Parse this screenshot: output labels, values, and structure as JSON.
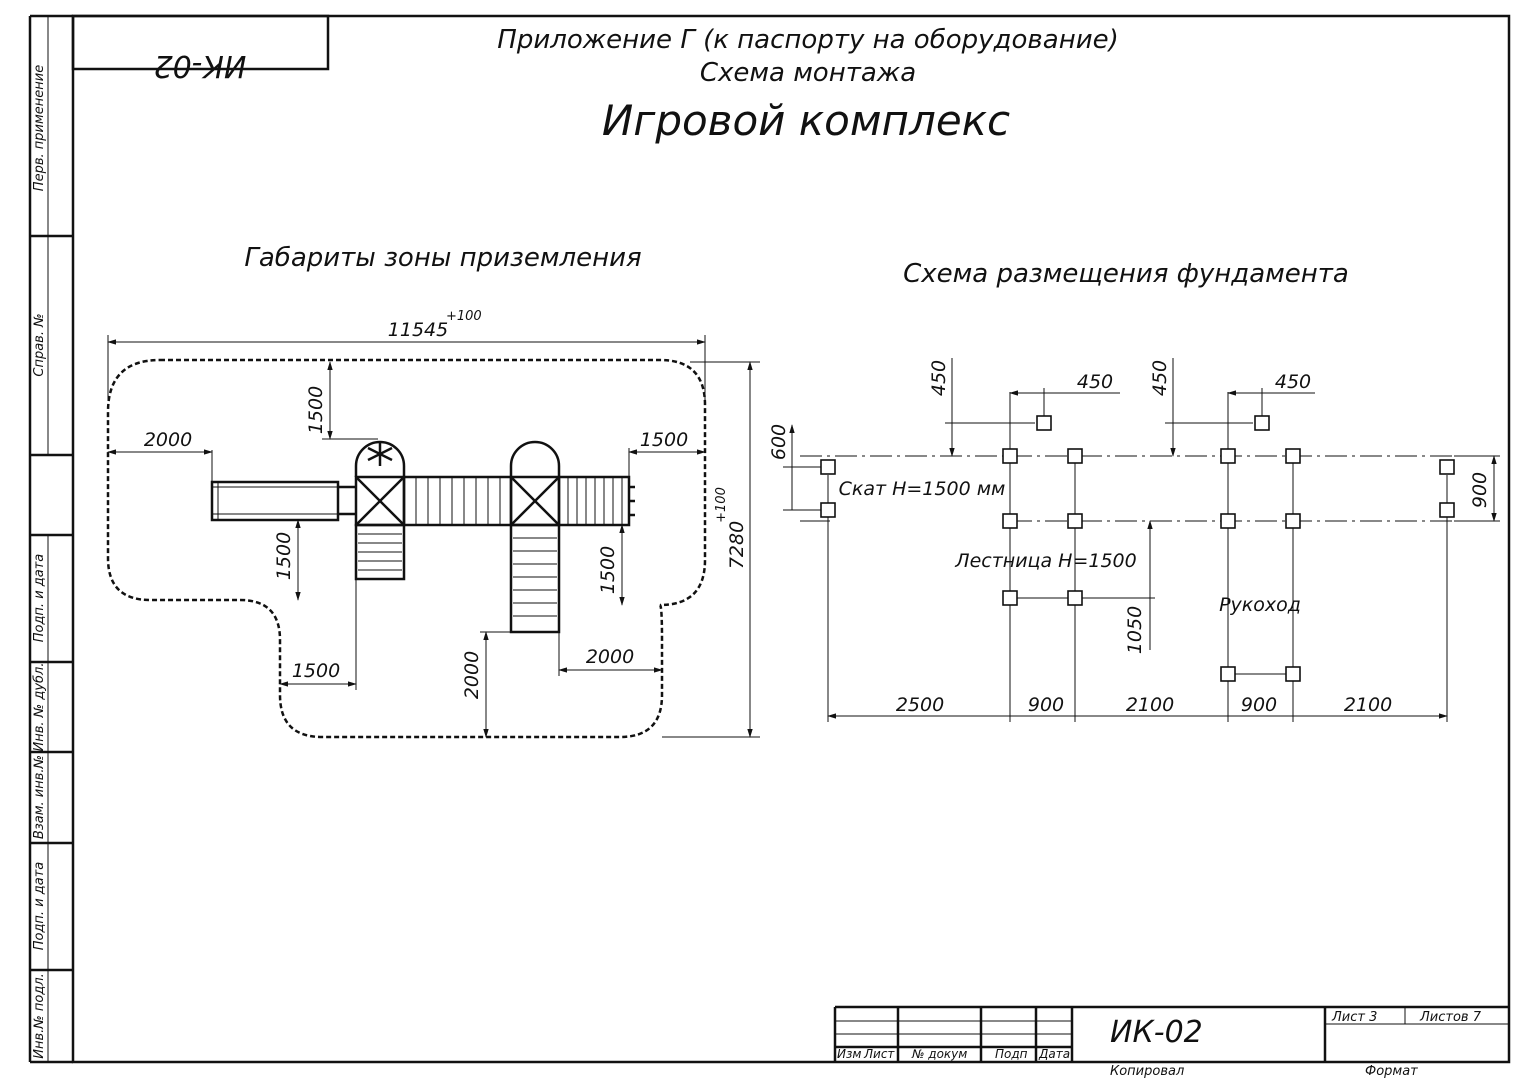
{
  "drawing": {
    "code_mirrored": "ИК-02",
    "subtitle1": "Приложение Г (к паспорту на оборудование)",
    "subtitle2": "Схема монтажа",
    "title": "Игровой комплекс"
  },
  "side_stamps": [
    "Перв. применение",
    "Справ. №",
    "Подп. и дата",
    "Инв. № дубл.",
    "Взам. инв.№",
    "Подп. и дата",
    "Инв.№ подл."
  ],
  "landing_zone": {
    "heading": "Габариты зоны приземления",
    "dim_width": "11545",
    "dim_width_tol": "+100",
    "dim_height": "7280",
    "dim_height_tol": "+100",
    "dim_top": "1500",
    "dim_left": "2000",
    "dim_right": "1500",
    "dim_left_lower": "1500",
    "dim_right_lower": "1500",
    "dim_bottom_left": "1500",
    "dim_bottom_mid": "2000",
    "dim_bottom_right": "2000"
  },
  "foundation": {
    "heading": "Схема размещения фундамента",
    "dim_450_v1": "450",
    "dim_450_h1": "450",
    "dim_450_v2": "450",
    "dim_450_h2": "450",
    "dim_600": "600",
    "dim_900_right": "900",
    "dim_1050": "1050",
    "label_slide": "Скат Н=1500 мм",
    "label_ladder": "Лестница Н=1500",
    "label_monkey": "Рукоход",
    "bottom_dims": [
      "2500",
      "900",
      "2100",
      "900",
      "2100"
    ]
  },
  "title_block": {
    "code": "ИК-02",
    "sheet_label": "Лист 3",
    "sheets_label": "Листов 7",
    "col_labels": [
      "Изм",
      "Лист",
      "№ докум",
      "Подп",
      "Дата"
    ],
    "copied": "Копировал",
    "format": "Формат"
  }
}
